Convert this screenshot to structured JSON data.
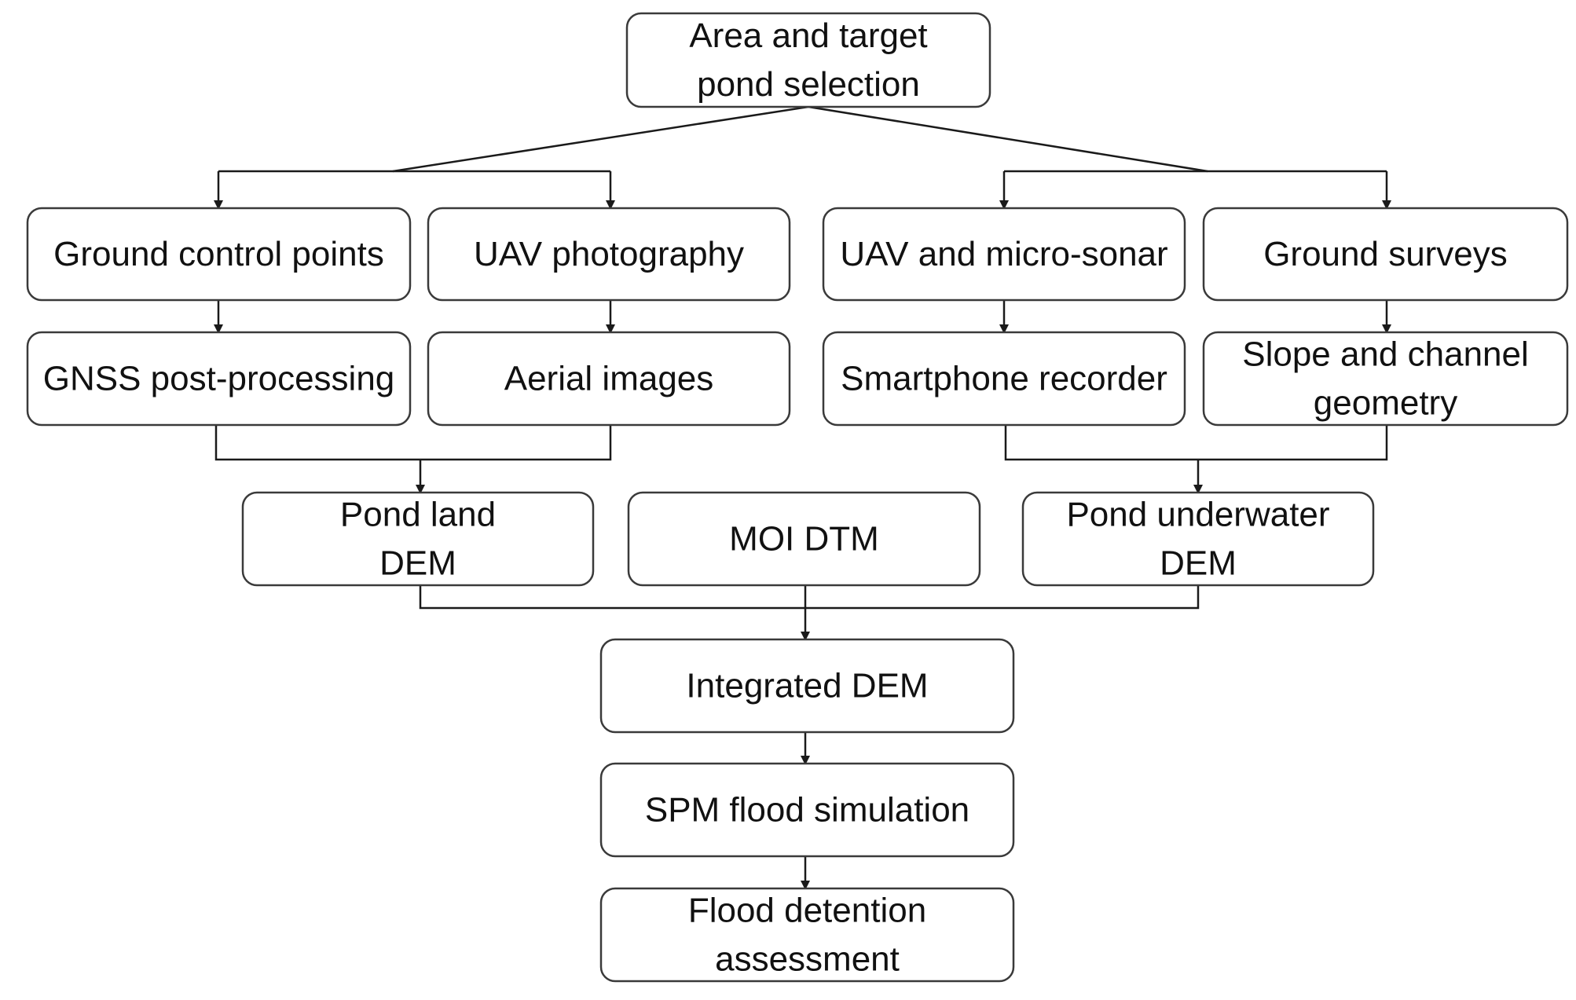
{
  "diagram": {
    "nodes": {
      "area_selection": [
        "Area and target",
        "pond selection"
      ],
      "ground_control_points": [
        "Ground control points"
      ],
      "uav_photography": [
        "UAV photography"
      ],
      "uav_micro_sonar": [
        "UAV and micro-sonar"
      ],
      "ground_surveys": [
        "Ground surveys"
      ],
      "gnss_post_processing": [
        "GNSS post-processing"
      ],
      "aerial_images": [
        "Aerial images"
      ],
      "smartphone_recorder": [
        "Smartphone recorder"
      ],
      "slope_channel_geometry": [
        "Slope and channel",
        "geometry"
      ],
      "pond_land_dem": [
        "Pond land",
        "DEM"
      ],
      "moi_dtm": [
        "MOI DTM"
      ],
      "pond_underwater_dem": [
        "Pond underwater",
        "DEM"
      ],
      "integrated_dem": [
        "Integrated DEM"
      ],
      "spm_flood_simulation": [
        "SPM flood simulation"
      ],
      "flood_detention_assessment": [
        "Flood detention",
        "assessment"
      ]
    },
    "edges": [
      [
        "area_selection",
        "ground_control_points"
      ],
      [
        "area_selection",
        "uav_photography"
      ],
      [
        "area_selection",
        "uav_micro_sonar"
      ],
      [
        "area_selection",
        "ground_surveys"
      ],
      [
        "ground_control_points",
        "gnss_post_processing"
      ],
      [
        "uav_photography",
        "aerial_images"
      ],
      [
        "uav_micro_sonar",
        "smartphone_recorder"
      ],
      [
        "ground_surveys",
        "slope_channel_geometry"
      ],
      [
        "gnss_post_processing",
        "pond_land_dem"
      ],
      [
        "aerial_images",
        "pond_land_dem"
      ],
      [
        "smartphone_recorder",
        "pond_underwater_dem"
      ],
      [
        "slope_channel_geometry",
        "pond_underwater_dem"
      ],
      [
        "pond_land_dem",
        "integrated_dem"
      ],
      [
        "moi_dtm",
        "integrated_dem"
      ],
      [
        "pond_underwater_dem",
        "integrated_dem"
      ],
      [
        "integrated_dem",
        "spm_flood_simulation"
      ],
      [
        "spm_flood_simulation",
        "flood_detention_assessment"
      ]
    ]
  }
}
